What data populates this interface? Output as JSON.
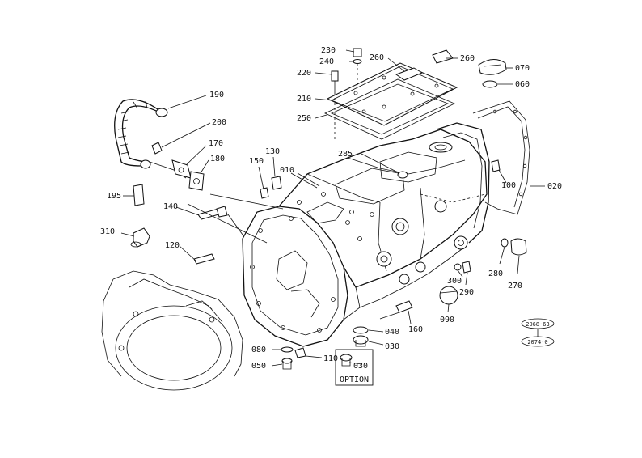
{
  "diagram": {
    "part_labels": [
      {
        "id": "p190",
        "text": "190"
      },
      {
        "id": "p200",
        "text": "200"
      },
      {
        "id": "p170",
        "text": "170"
      },
      {
        "id": "p180",
        "text": "180"
      },
      {
        "id": "p195",
        "text": "195"
      },
      {
        "id": "p140",
        "text": "140"
      },
      {
        "id": "p310",
        "text": "310"
      },
      {
        "id": "p120",
        "text": "120"
      },
      {
        "id": "p130",
        "text": "130"
      },
      {
        "id": "p150",
        "text": "150"
      },
      {
        "id": "p010",
        "text": "010"
      },
      {
        "id": "p230",
        "text": "230"
      },
      {
        "id": "p240",
        "text": "240"
      },
      {
        "id": "p220",
        "text": "220"
      },
      {
        "id": "p210",
        "text": "210"
      },
      {
        "id": "p250",
        "text": "250"
      },
      {
        "id": "p260a",
        "text": "260"
      },
      {
        "id": "p260b",
        "text": "260"
      },
      {
        "id": "p285",
        "text": "285"
      },
      {
        "id": "p070",
        "text": "070"
      },
      {
        "id": "p060",
        "text": "060"
      },
      {
        "id": "p100",
        "text": "100"
      },
      {
        "id": "p020",
        "text": "020"
      },
      {
        "id": "p280",
        "text": "280"
      },
      {
        "id": "p270",
        "text": "270"
      },
      {
        "id": "p300",
        "text": "300"
      },
      {
        "id": "p290",
        "text": "290"
      },
      {
        "id": "p090",
        "text": "090"
      },
      {
        "id": "p160",
        "text": "160"
      },
      {
        "id": "p040",
        "text": "040"
      },
      {
        "id": "p030a",
        "text": "030"
      },
      {
        "id": "p030b",
        "text": "030"
      },
      {
        "id": "p080",
        "text": "080"
      },
      {
        "id": "p110",
        "text": "110"
      },
      {
        "id": "p050",
        "text": "050"
      }
    ],
    "option_label": "OPTION",
    "serial_badges": [
      "2068·63",
      "2074·0"
    ]
  }
}
